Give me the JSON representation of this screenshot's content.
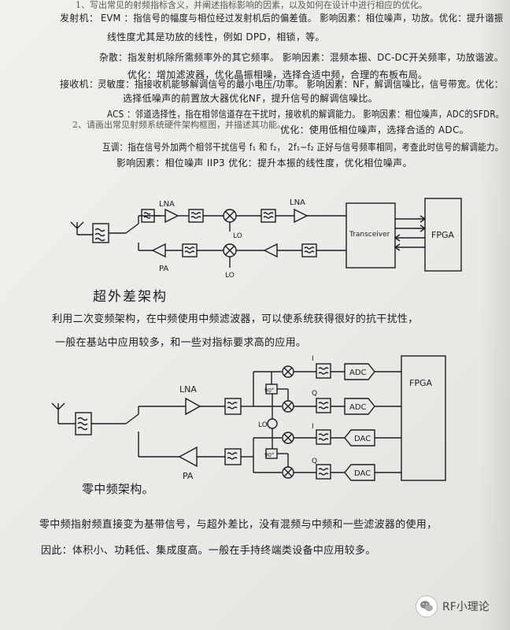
{
  "questions": {
    "q1": "1、写出常见的射频指标含义，并阐述指标影响的因素，以及如何在设计中进行相应的优化。",
    "q2": "2、请画出常见射频系统硬件架构框图，并描述其功能。"
  },
  "answers": {
    "tx_label": "发射机：",
    "evm_line1": "EVM ：指信号的幅度与相位经过发射机后的偏差值。 影响因素：相位噪声，功放。优化：提升谐振",
    "evm_line2": "线性度尤其是功放的线性，例如 DPD，相锁，等。",
    "spur_line1": "杂散：指发射机除所需频率外的其它频率。 影响因素：混频本振、DC-DC开关频率，功放谐波。",
    "spur_line2": "优化：增加滤波器，优化晶振相噪，选择合适中频，合理的布板布局。",
    "rx_label": "接收机：",
    "sens_line1": "灵敏度：指接收机能够解调信号的最小电压/功率。 影响因素：NF，解调信噪比，信号带宽。优化：",
    "sens_line2": "选择低噪声的前置放大器优化NF，提升信号的解调信噪比。",
    "acs_line1": "ACS ：邻道选择性，指在相邻信道存在干扰时，接收机的解调能力。 影响因素：相位噪声，ADC的SFDR。",
    "acs_line2": "优化：使用低相位噪声，选择合适的 ADC。",
    "im_line1": "互调：指在信号外加两个相邻干扰信号 f₁ 和 f₂， 2f₁−f₂ 正好与信号频率相同，考查此时信号的解调能力。",
    "im_line2": "影响因素：相位噪声  IIP3  优化：提升本振的线性度，优化相位噪声。"
  },
  "diagram1": {
    "lna_top": "LNA",
    "lna_right": "LNA",
    "lo_top": "LO",
    "lo_bottom": "LO",
    "pa": "PA",
    "transceiver": "Transceiver",
    "fpga": "FPGA"
  },
  "section1": {
    "title": "超外差架构",
    "desc1": "利用二次变频架构，在中频使用中频滤波器，可以使系统获得很好的抗干扰性，",
    "desc2": "一般在基站中应用较多，和一些对指标要求高的应用。"
  },
  "diagram2": {
    "lna": "LNA",
    "pa": "PA",
    "lo": "LO",
    "i_top": "I",
    "q_top": "Q",
    "i_bottom": "I",
    "q_bottom": "Q",
    "shift_top": "90°",
    "shift_bottom": "90°",
    "adc1": "ADC",
    "adc2": "ADC",
    "dac1": "DAC",
    "dac2": "DAC",
    "fpga": "FPGA"
  },
  "section2": {
    "title": "零中频架构。",
    "desc1": "零中频指射频直接变为基带信号，与超外差比，没有混频与中频和一些滤波器的使用，",
    "desc2": "因此：体积小、功耗低、集成度高。一般在手持终端类设备中应用较多。"
  },
  "watermark": {
    "text": "RF小理论"
  }
}
